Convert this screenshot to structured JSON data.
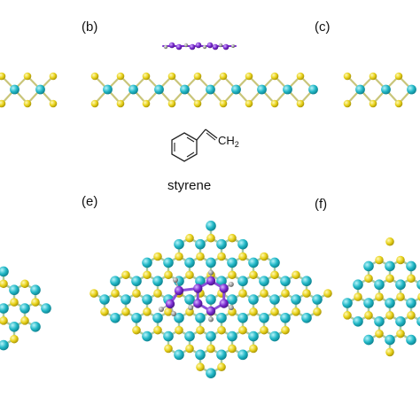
{
  "panels": {
    "b": {
      "label": "(b)"
    },
    "c": {
      "label": "(c)"
    },
    "e": {
      "label": "(e)"
    },
    "f": {
      "label": "(f)"
    }
  },
  "molecule": {
    "name": "styrene",
    "vinyl_group": "CH",
    "vinyl_subscript": "2"
  },
  "colors": {
    "metal_atom": "#22b8c7",
    "chalcogen_atom": "#e8d21a",
    "molecule_carbon": "#7a2ad0",
    "molecule_hydrogen": "#8a8a8a",
    "bond_line": "#222222"
  }
}
